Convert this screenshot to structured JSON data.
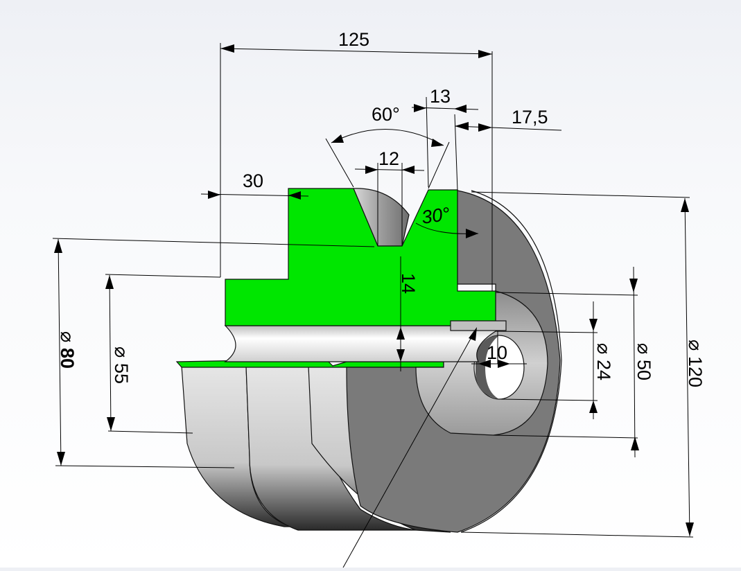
{
  "drawing": {
    "dimensions": {
      "overall_width": "125",
      "groove_angle": "60°",
      "groove_top_offset": "13",
      "hub_offset": "17,5",
      "groove_bottom_width": "12",
      "left_rim_width": "30",
      "flank_angle": "30°",
      "groove_depth": "14",
      "bore_keyway": "10",
      "groove_diameter_symbol": "⌀",
      "groove_diameter": "80",
      "hub_recess_diameter_symbol": "⌀",
      "hub_recess_diameter": "55",
      "bore_diameter_symbol": "⌀",
      "bore_diameter": "24",
      "hub_diameter_symbol": "⌀",
      "hub_diameter": "50",
      "outer_diameter_symbol": "⌀",
      "outer_diameter": "120"
    },
    "colors": {
      "section_fill": "#00e600",
      "flange_face": "#7a7a7a",
      "background": "#f4f5f8"
    }
  }
}
